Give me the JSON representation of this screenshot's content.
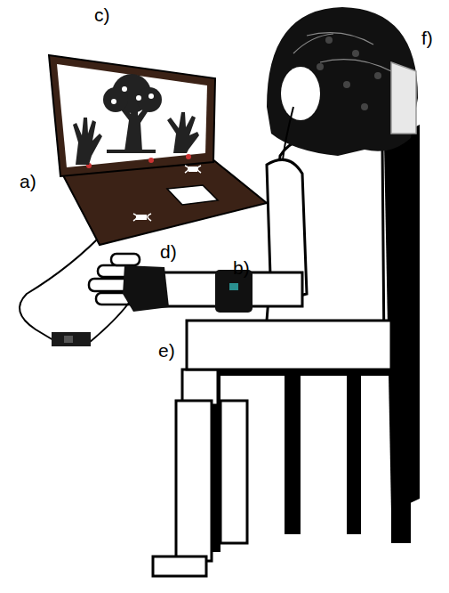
{
  "diagram": {
    "labels": [
      "c)",
      "a)",
      "d)",
      "b)",
      "e)",
      "f)"
    ]
  }
}
